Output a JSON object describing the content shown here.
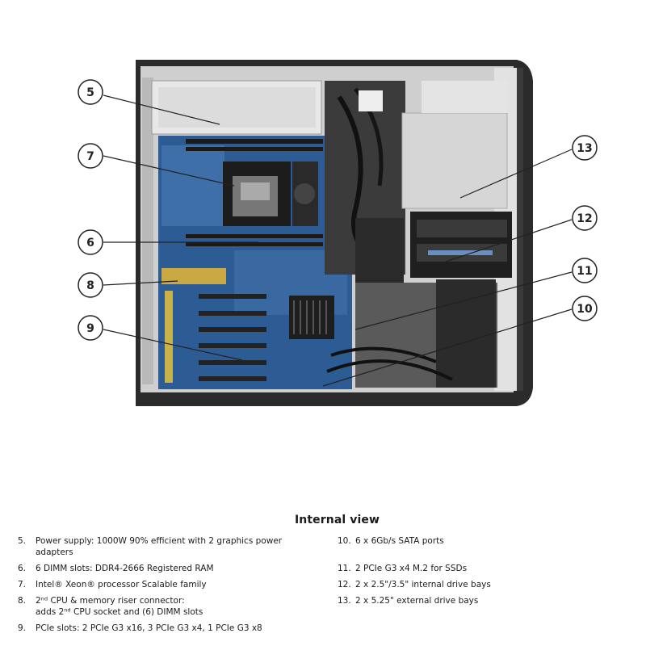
{
  "callouts": {
    "c5": "5",
    "c7": "7",
    "c6": "6",
    "c8": "8",
    "c9": "9",
    "c13": "13",
    "c12": "12",
    "c11": "11",
    "c10": "10"
  },
  "legend": {
    "title": "Internal view",
    "items": [
      {
        "num": "5.",
        "text": "Power supply: 1000W 90% efficient with 2 graphics power",
        "text2": "adapters"
      },
      {
        "num": "6.",
        "text": "6 DIMM slots: DDR4-2666 Registered RAM"
      },
      {
        "num": "7.",
        "text": "Intel® Xeon® processor Scalable family"
      },
      {
        "num": "8.",
        "text": "2ⁿᵈ CPU & memory riser connector:",
        "text2": "adds 2ⁿᵈ CPU socket and (6) DIMM slots"
      },
      {
        "num": "9.",
        "text": "PCIe slots: 2 PCIe G3 x16, 3 PCIe G3 x4, 1 PCIe G3 x8"
      },
      {
        "num": "10.",
        "text": "6 x 6Gb/s SATA ports"
      },
      {
        "num": "11.",
        "text": "2 PCIe G3 x4 M.2 for SSDs"
      },
      {
        "num": "12.",
        "text": "2 x 2.5\"/3.5\" internal drive bays"
      },
      {
        "num": "13.",
        "text": "2 x 5.25\" external drive bays"
      }
    ]
  },
  "colors": {
    "chassis": "#2b2b2b",
    "board": "#2d5b94",
    "panel": "#d8d8d8"
  }
}
